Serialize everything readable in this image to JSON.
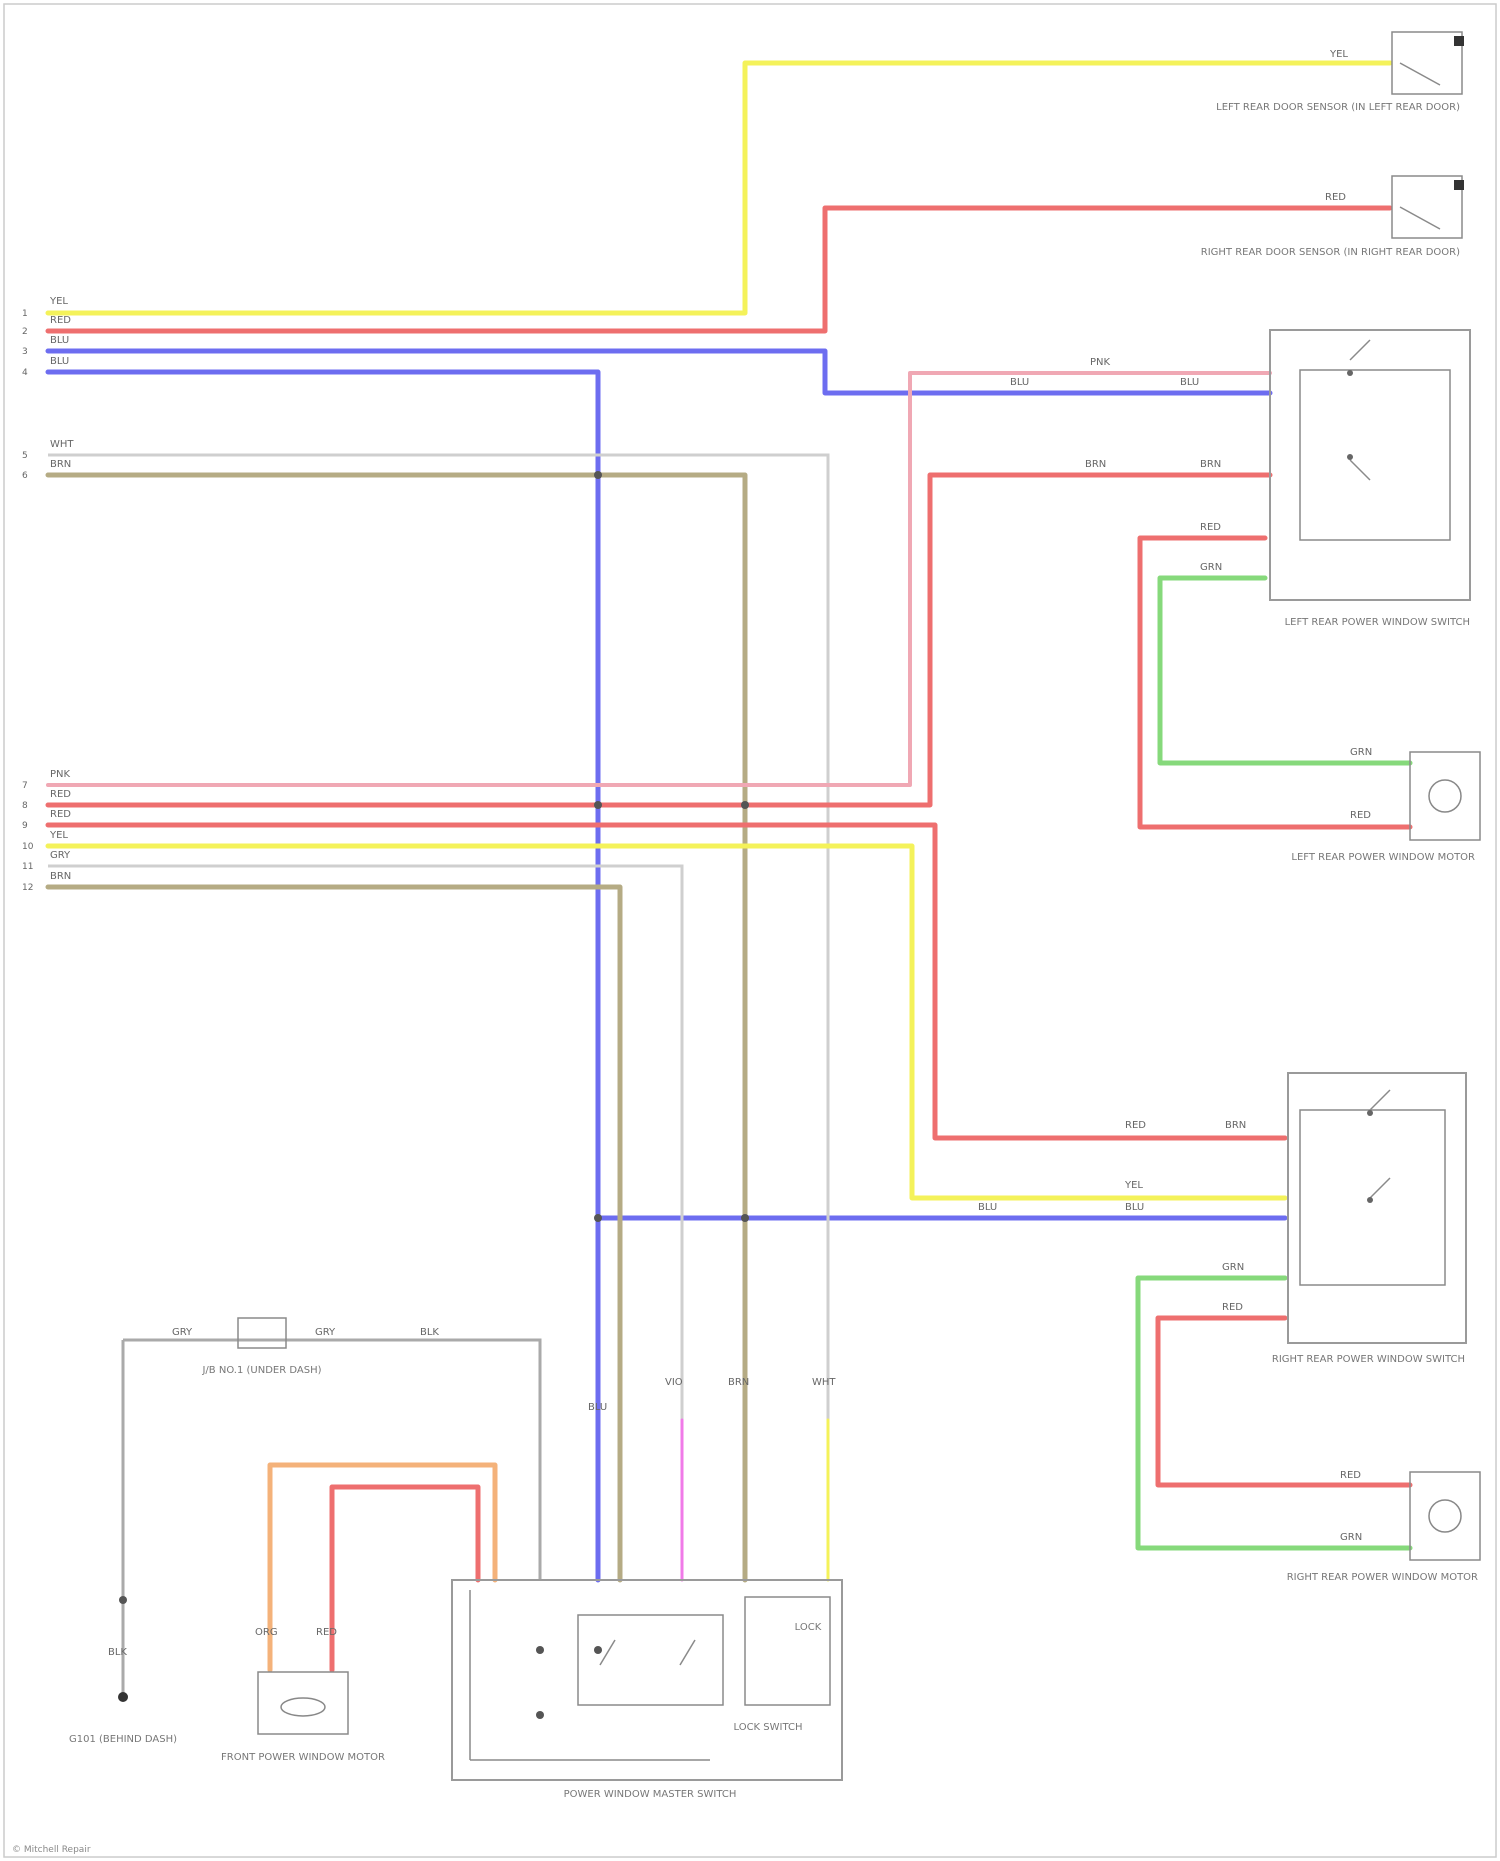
{
  "colors": {
    "yellow": "#f4f25a",
    "red": "#ee6f6f",
    "blue": "#6d6df0",
    "pink": "#f0a8b4",
    "tan": "#b5ab84",
    "grey": "#b8b8b8",
    "green": "#86d97b",
    "orange": "#f4b27a",
    "magenta": "#f07ae8",
    "frame": "#9a9a9a"
  },
  "left_connector": {
    "upper_pins": [
      "1",
      "2",
      "3",
      "4"
    ],
    "upper_wires": [
      "YEL",
      "RED",
      "BLU",
      "BLU"
    ],
    "mid_pins": [
      "5",
      "6"
    ],
    "mid_wires": [
      "WHT",
      "BRN"
    ],
    "lower_pins": [
      "7",
      "8",
      "9",
      "10",
      "11",
      "12"
    ],
    "lower_wires": [
      "PNK",
      "RED",
      "RED",
      "YEL",
      "GRY",
      "BRN"
    ]
  },
  "components": {
    "left_upper_sensor": "LEFT REAR DOOR SENSOR (IN LEFT REAR DOOR)",
    "right_upper_sensor": "RIGHT REAR DOOR SENSOR (IN RIGHT REAR DOOR)",
    "left_window_switch": "LEFT REAR POWER WINDOW SWITCH",
    "left_window_motor": "LEFT REAR POWER WINDOW MOTOR",
    "right_window_switch": "RIGHT REAR POWER WINDOW SWITCH",
    "right_window_motor": "RIGHT REAR POWER WINDOW MOTOR",
    "junction_block": "J/B NO.1 (UNDER DASH)",
    "ground": "G101 (BEHIND DASH)",
    "front_motor": "FRONT POWER WINDOW MOTOR",
    "master_switch": "POWER WINDOW MASTER SWITCH",
    "lock_switch": "LOCK SWITCH",
    "lock_label": "LOCK"
  },
  "wire_labels": {
    "yel": "YEL",
    "red": "RED",
    "blu": "BLU",
    "pnk": "PNK",
    "brn": "BRN",
    "grn": "GRN",
    "gry": "GRY",
    "wht": "WHT",
    "blk": "BLK",
    "org": "ORG",
    "vio": "VIO"
  },
  "footer": "© Mitchell Repair"
}
